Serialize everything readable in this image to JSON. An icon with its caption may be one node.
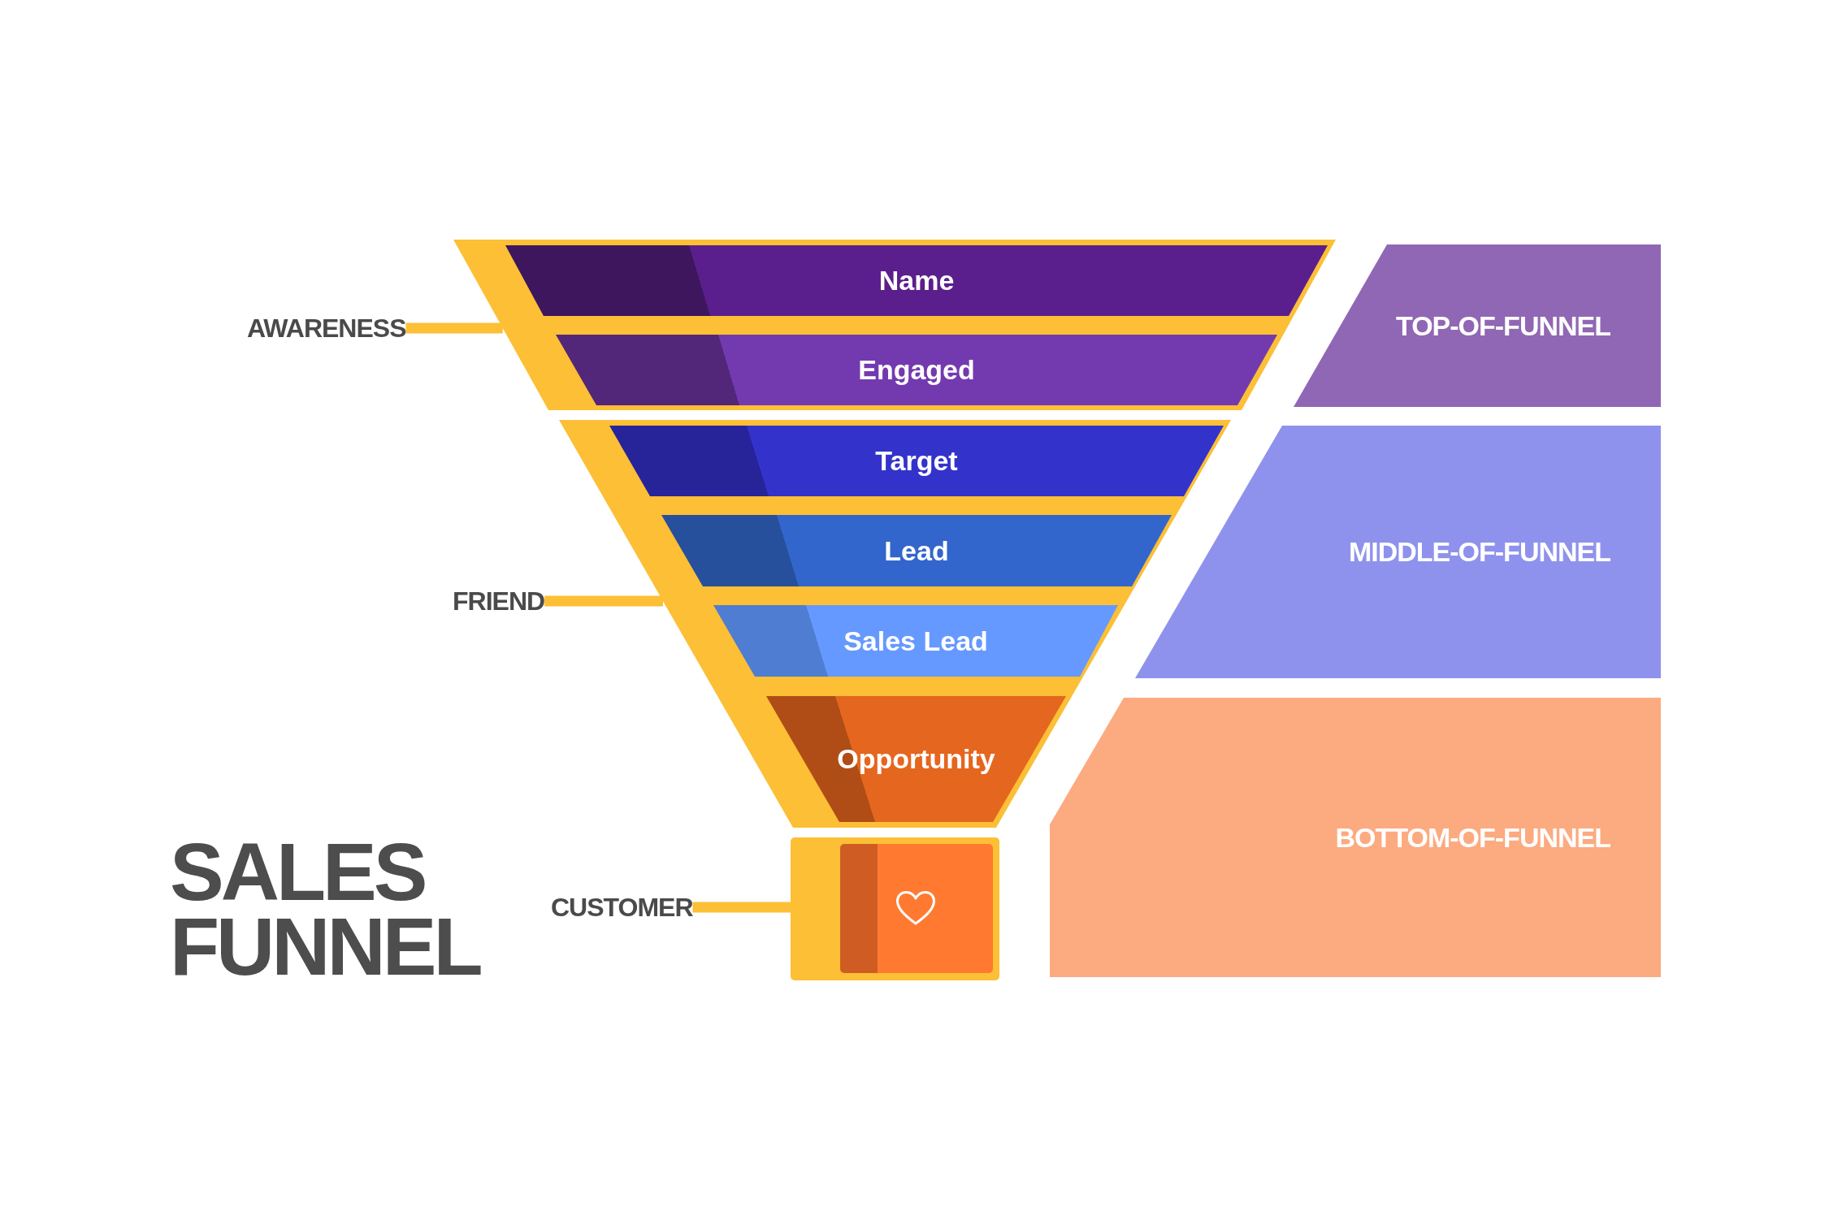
{
  "diagram": {
    "title": "SALES FUNNEL",
    "nodes": [
      {
        "text": [
          "AWARENESS"
        ]
      },
      {
        "text": [],
        "shape": "trapezoid"
      },
      {
        "text": [
          "Name"
        ],
        "in": 1
      },
      {
        "text": [
          "Engaged"
        ],
        "in": 1
      },
      {
        "text": [
          "TOP-OF-FUNNEL"
        ]
      },
      {
        "text": [
          "FRIEND"
        ]
      },
      {
        "text": [],
        "shape": "trapezoid"
      },
      {
        "text": [
          "Target"
        ],
        "in": 6
      },
      {
        "text": [
          "Lead"
        ],
        "in": 6
      },
      {
        "text": [
          "Sales Lead"
        ],
        "in": 6
      },
      {
        "text": [
          "Opportunity"
        ],
        "in": 6
      },
      {
        "text": [
          "MIDDLE-OF-FUNNEL"
        ]
      },
      {
        "text": [
          "CUSTOMER"
        ]
      },
      {
        "text": [],
        "shape": "box"
      },
      {
        "text": [],
        "shape": "box",
        "in": 13
      },
      {
        "text": [
          "BOTTOM-OF-FUNNEL"
        ]
      }
    ],
    "edges": [
      {
        "from": 0,
        "to": 1,
        "arrow": "none"
      },
      {
        "from": 5,
        "to": 6,
        "arrow": "none"
      },
      {
        "from": 12,
        "to": 13,
        "arrow": "none"
      }
    ]
  }
}
